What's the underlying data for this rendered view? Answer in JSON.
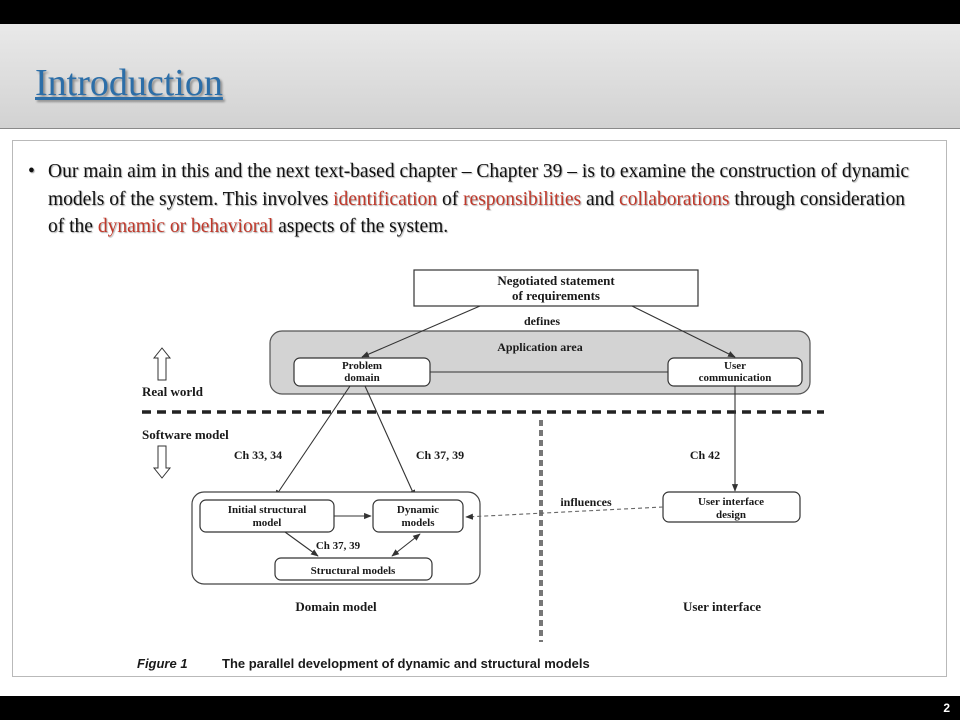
{
  "slide": {
    "title": "Introduction",
    "page_number": "2",
    "bullet": {
      "parts": [
        {
          "text": "Our main aim in this and the next text-based chapter – Chapter 39 – is to examine the construction of dynamic models of the system. This involves ",
          "highlight": false
        },
        {
          "text": "identification",
          "highlight": true
        },
        {
          "text": " of ",
          "highlight": false
        },
        {
          "text": "responsibilities",
          "highlight": true
        },
        {
          "text": " and ",
          "highlight": false
        },
        {
          "text": "collaborations",
          "highlight": true
        },
        {
          "text": " through consideration of the ",
          "highlight": false
        },
        {
          "text": "dynamic or behavioral",
          "highlight": true
        },
        {
          "text": " aspects of the system.",
          "highlight": false
        }
      ]
    },
    "colors": {
      "title": "#2c6ea8",
      "highlight": "#c0392b"
    }
  },
  "diagram": {
    "requirements_line1": "Negotiated statement",
    "requirements_line2": "of requirements",
    "defines": "defines",
    "application_area": "Application area",
    "problem_domain_line1": "Problem",
    "problem_domain_line2": "domain",
    "user_comm_line1": "User",
    "user_comm_line2": "communication",
    "real_world": "Real world",
    "software_model": "Software model",
    "ch_33_34": "Ch 33, 34",
    "ch_37_39_upper": "Ch 37, 39",
    "ch_42": "Ch 42",
    "influences": "influences",
    "initial_structural_line1": "Initial structural",
    "initial_structural_line2": "model",
    "dynamic_models_line1": "Dynamic",
    "dynamic_models_line2": "models",
    "ch_37_39_lower": "Ch 37, 39",
    "structural_models": "Structural models",
    "ui_design_line1": "User interface",
    "ui_design_line2": "design",
    "domain_model": "Domain model",
    "user_interface": "User interface",
    "figure_label": "Figure 1",
    "figure_caption": "The parallel development of dynamic and structural models"
  }
}
